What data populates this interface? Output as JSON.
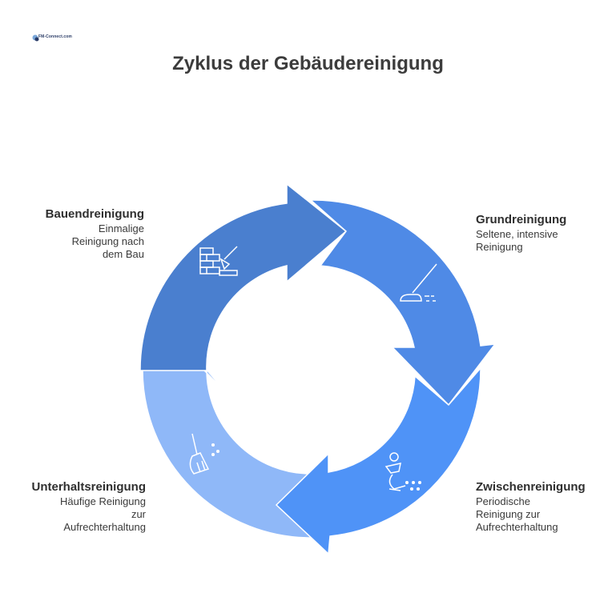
{
  "logo": {
    "text": "FM-Connect.com"
  },
  "title": "Zyklus der Gebäudereinigung",
  "stages": [
    {
      "name": "Bauendreinigung",
      "description": "Einmalige\nReinigung nach\ndem Bau",
      "color": "#4a7fcf",
      "icon": "brick-wall-trowel-icon"
    },
    {
      "name": "Grundreinigung",
      "description": "Seltene, intensive\nReinigung",
      "color": "#4f8ae6",
      "icon": "floor-scrubber-icon"
    },
    {
      "name": "Zwischenreinigung",
      "description": "Periodische\nReinigung zur\nAufrechterhaltung",
      "color": "#4f93f7",
      "icon": "person-cleaning-icon"
    },
    {
      "name": "Unterhaltsreinigung",
      "description": "Häufige Reinigung\nzur\nAufrechterhaltung",
      "color": "#8fb8f8",
      "icon": "broom-icon"
    }
  ]
}
